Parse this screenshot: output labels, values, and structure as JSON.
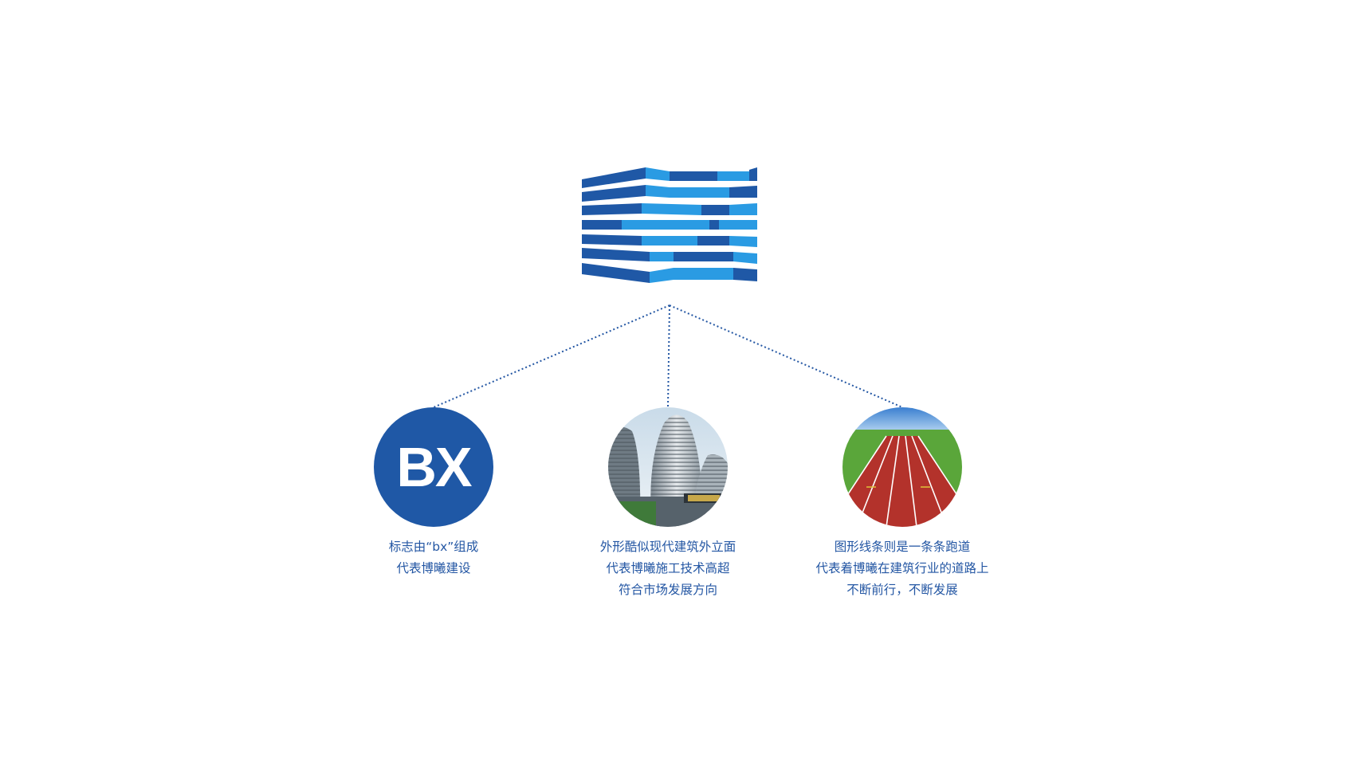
{
  "colors": {
    "dark_blue": "#1f58a6",
    "light_blue": "#2a9be3",
    "text_blue": "#2356a3",
    "connector": "#2356a3"
  },
  "logo": {
    "icon": "stacked-stripes-logo-icon"
  },
  "items": [
    {
      "icon": "bx-letter-circle",
      "badge_text": "BX",
      "lines": [
        "标志由“bx”组成",
        "代表博曦建设"
      ]
    },
    {
      "icon": "modern-building-photo",
      "lines": [
        "外形酷似现代建筑外立面",
        "代表博曦施工技术高超",
        "符合市场发展方向"
      ]
    },
    {
      "icon": "running-track-photo",
      "lines": [
        "图形线条则是一条条跑道",
        "代表着博曦在建筑行业的道路上",
        "不断前行，不断发展"
      ]
    }
  ]
}
